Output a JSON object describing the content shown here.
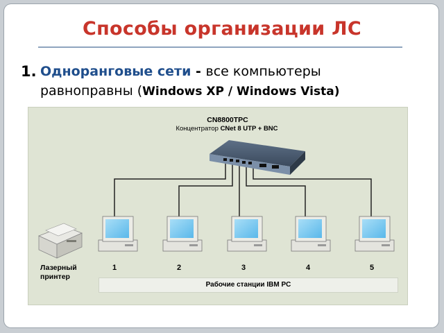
{
  "slide": {
    "title": "Способы организации ЛС",
    "item_number": "1.",
    "item_term": "Одноранговые сети",
    "item_dash": " - ",
    "item_rest": "все компьютеры",
    "item_line2_prefix": "равноправны (",
    "item_line2_bold": "Windows  XP / Windows Vista)"
  },
  "diagram": {
    "hub_title": "CN8800TPC",
    "hub_sub_prefix": "Концентратор ",
    "hub_sub_bold": "CNet 8 UTP + BNC",
    "printer_label": "Лазерный принтер",
    "workstation_numbers": [
      "1",
      "2",
      "3",
      "4",
      "5"
    ],
    "workstations_label": "Рабочие станции IBM PC",
    "colors": {
      "title": "#c8352b",
      "term": "#1f4e8c",
      "screen": "#7ec9f0"
    }
  }
}
